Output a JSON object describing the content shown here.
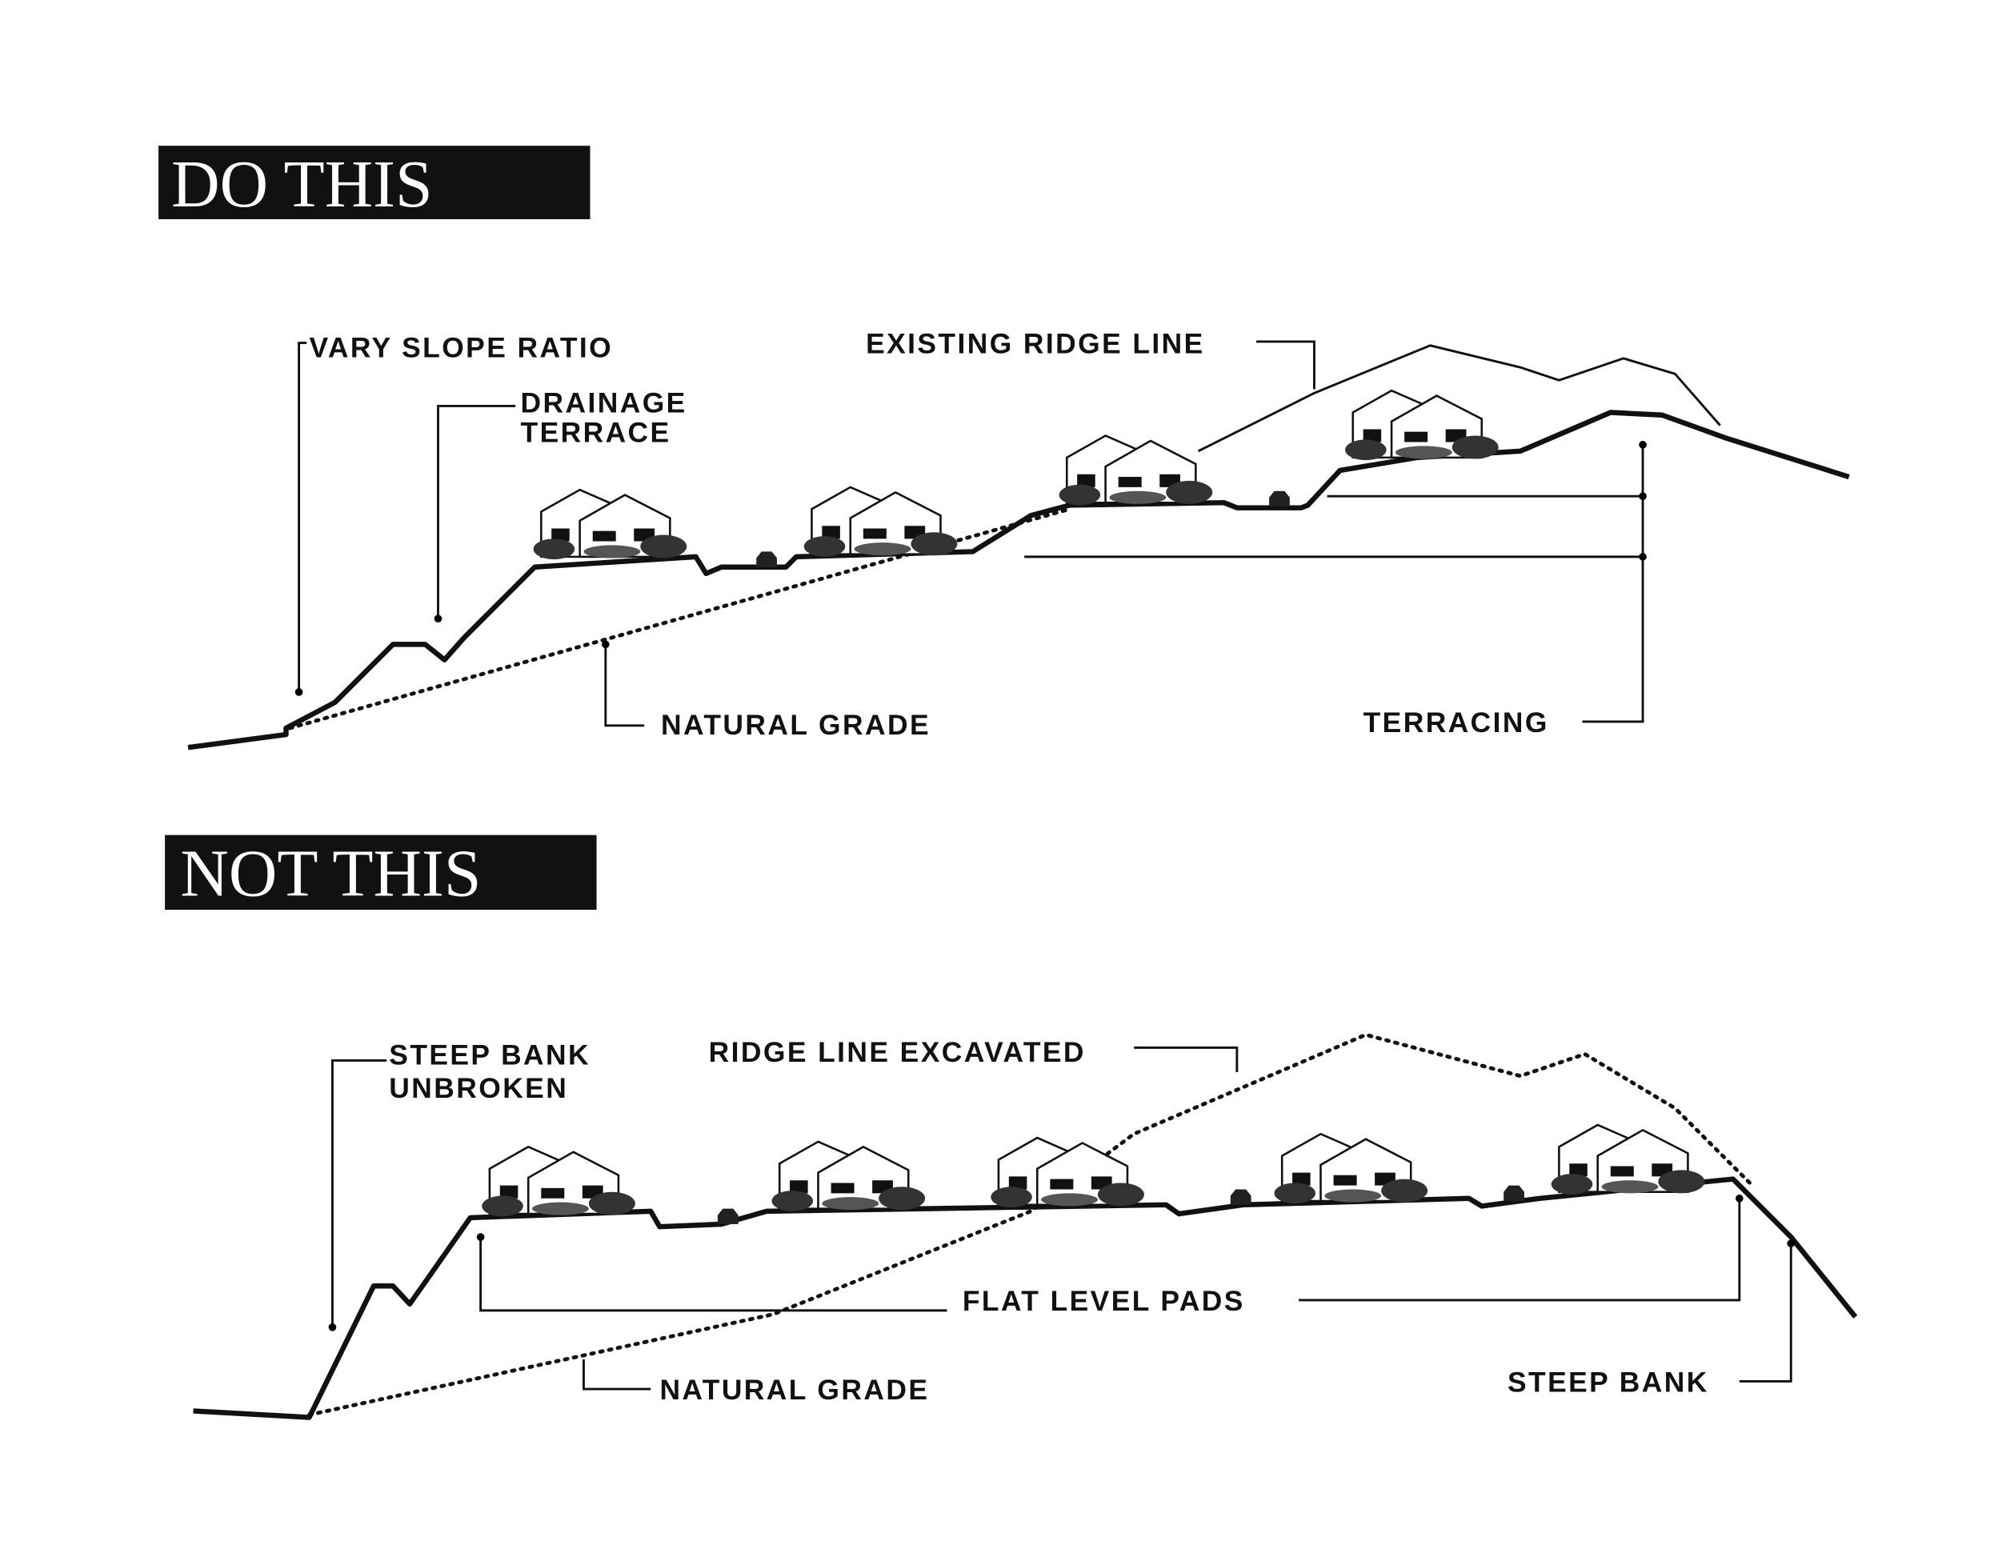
{
  "do_section": {
    "header": "DO THIS",
    "labels": {
      "vary_slope": "VARY SLOPE RATIO",
      "drainage_1": "DRAINAGE",
      "drainage_2": "TERRACE",
      "ridge": "EXISTING RIDGE LINE",
      "natural_grade": "NATURAL GRADE",
      "terracing": "TERRACING"
    }
  },
  "not_section": {
    "header": "NOT THIS",
    "labels": {
      "steep_unbroken_1": "STEEP BANK",
      "steep_unbroken_2": "UNBROKEN",
      "ridge_excavated": "RIDGE LINE EXCAVATED",
      "flat_pads": "FLAT LEVEL PADS",
      "natural_grade": "NATURAL GRADE",
      "steep_bank": "STEEP BANK"
    }
  }
}
